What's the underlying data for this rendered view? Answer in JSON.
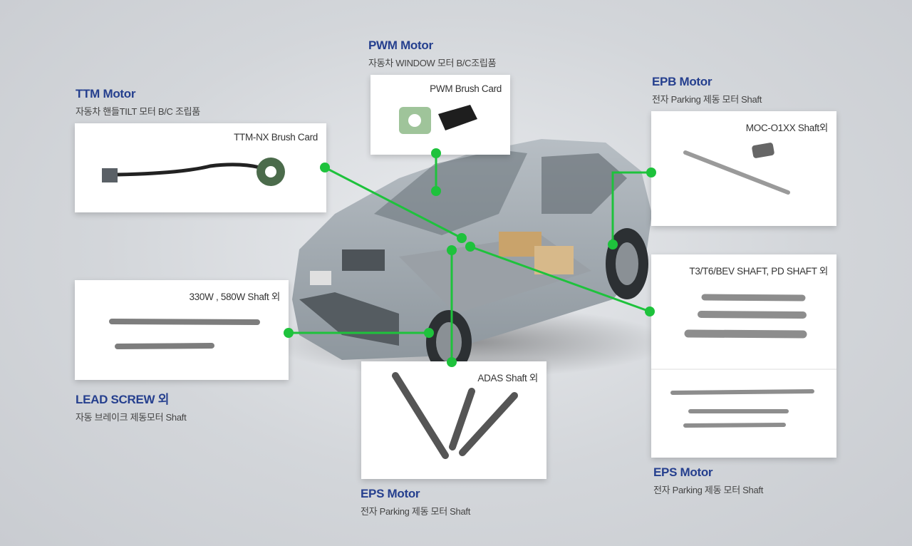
{
  "sections": {
    "ttm": {
      "title": "TTM Motor",
      "subtitle": "자동차 핸들TILT 모터 B/C 조립품",
      "caption": "TTM-NX Brush Card"
    },
    "pwm": {
      "title": "PWM Motor",
      "subtitle": "자동차 WINDOW 모터 B/C조립품",
      "caption": "PWM  Brush Card"
    },
    "epb": {
      "title": "EPB Motor",
      "subtitle": "전자 Parking 제동 모터 Shaft",
      "caption": "MOC-O1XX  Shaft외"
    },
    "t3": {
      "caption": "T3/T6/BEV SHAFT, PD SHAFT 외"
    },
    "eps_right": {
      "title": "EPS Motor",
      "subtitle": "전자 Parking 제동 모터 Shaft"
    },
    "lead": {
      "title": "LEAD SCREW 외",
      "subtitle": "자동 브레이크 제동모터 Shaft",
      "caption": "330W , 580W  Shaft 외"
    },
    "adas": {
      "title": "EPS Motor",
      "subtitle": "전자 Parking 제동 모터 Shaft",
      "caption": "ADAS Shaft  외"
    }
  },
  "colors": {
    "accent": "#253f8e",
    "connector": "#1ec23c"
  }
}
